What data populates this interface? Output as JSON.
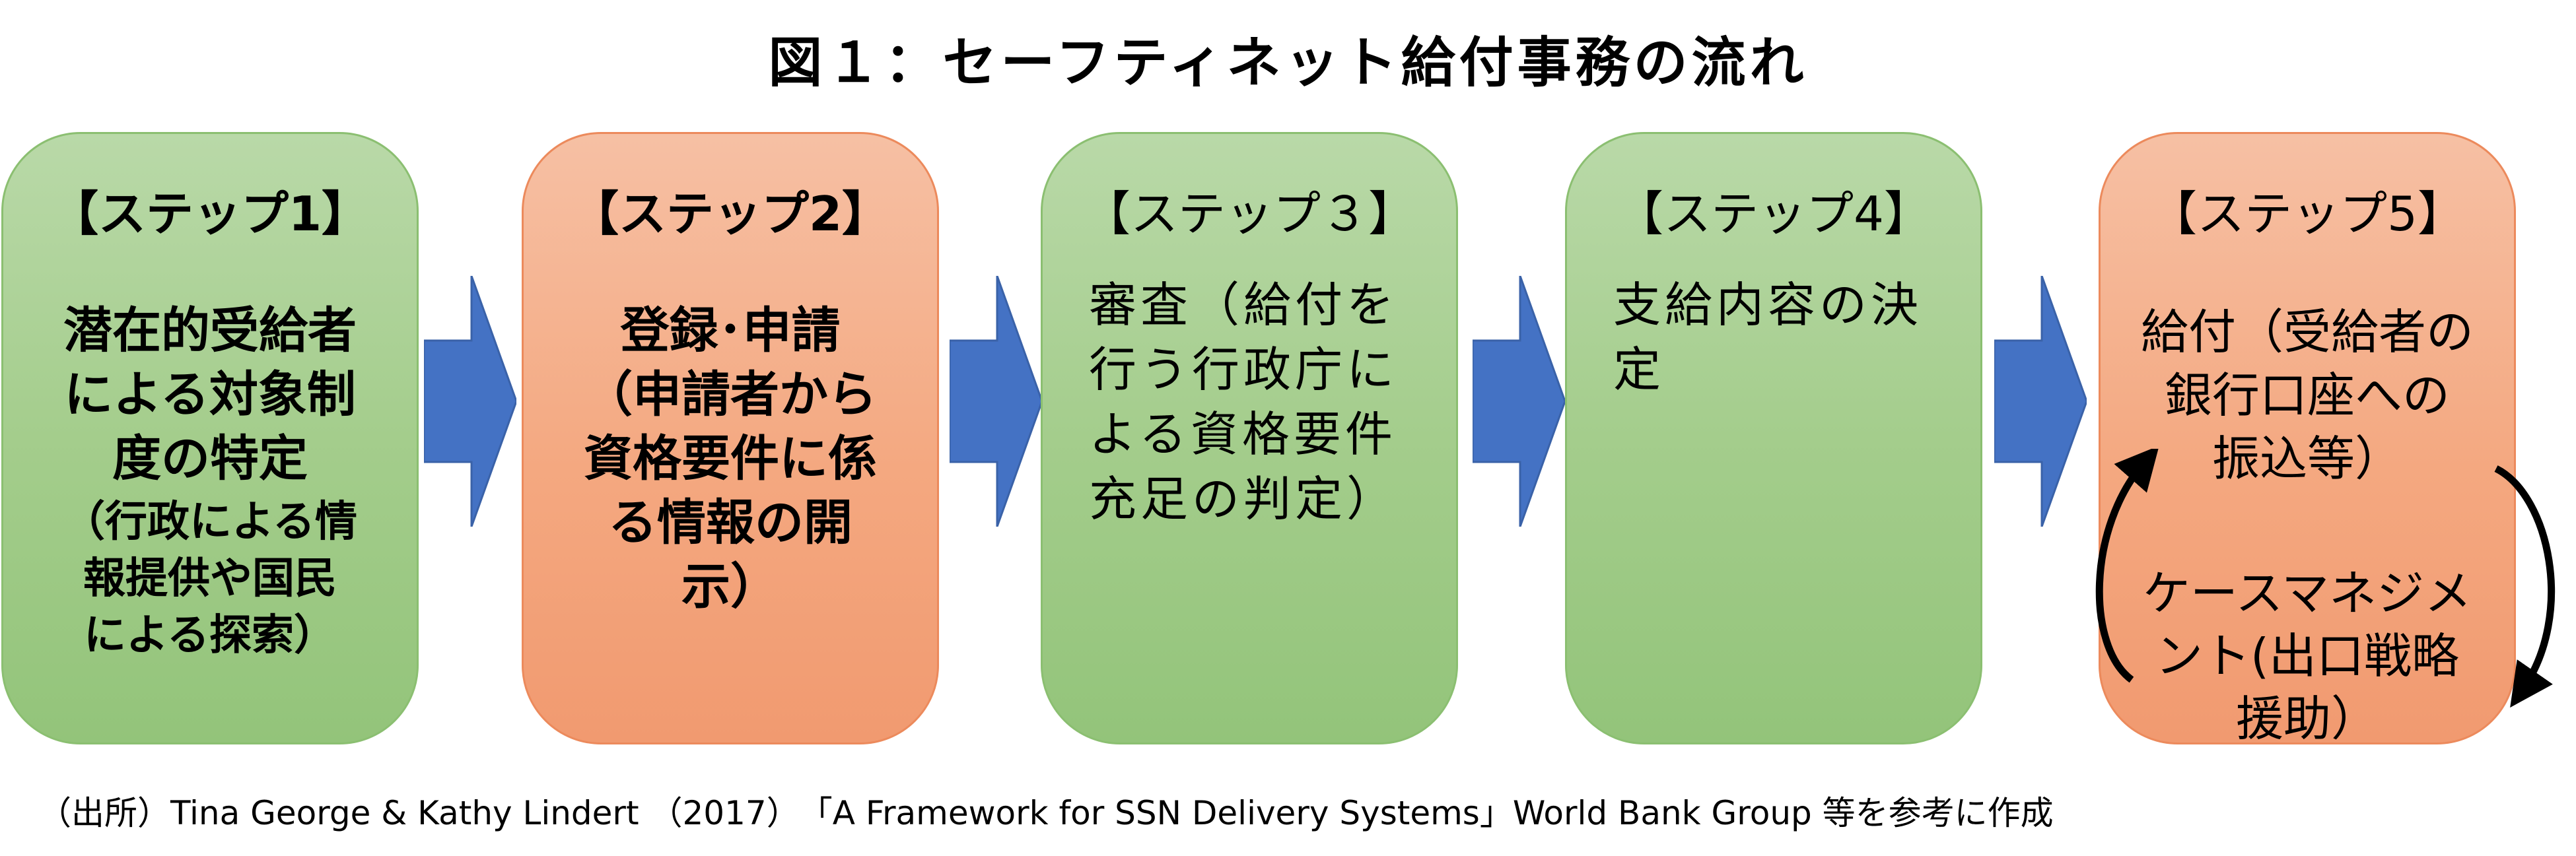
{
  "title": "図１：セーフティネット給付事務の流れ",
  "steps": [
    {
      "heading": "【ステップ1】",
      "body_large": [
        "潜在的受給者",
        "による対象制",
        "度の特定"
      ],
      "body_small": [
        "（行政による情",
        "報提供や国民",
        "による探索）"
      ]
    },
    {
      "heading": "【ステップ2】",
      "body": [
        "登録･申請",
        "（申請者から",
        "資格要件に係",
        "る情報の開",
        "示）"
      ]
    },
    {
      "heading": "【ステップ３】",
      "body": [
        "審査（給付を",
        "行う行政庁に",
        "よる資格要件",
        "充足の判定）"
      ]
    },
    {
      "heading": "【ステップ4】",
      "body": [
        "支給内容の決",
        "定"
      ]
    },
    {
      "heading": "【ステップ5】",
      "body": [
        "給付（受給者の",
        "銀行口座への",
        "振込等）"
      ],
      "case_management": [
        "ケースマネジメ",
        "ント(出口戦略",
        "援助）"
      ]
    }
  ],
  "source": "（出所）Tina George & Kathy Lindert （2017）　「A Framework for SSN Delivery Systems」World Bank Group 等を参考に作成",
  "colors": {
    "green_box": "#a9d18e",
    "orange_box": "#f4b183",
    "arrow": "#4472c4",
    "cycle_arrows": "#000000"
  }
}
